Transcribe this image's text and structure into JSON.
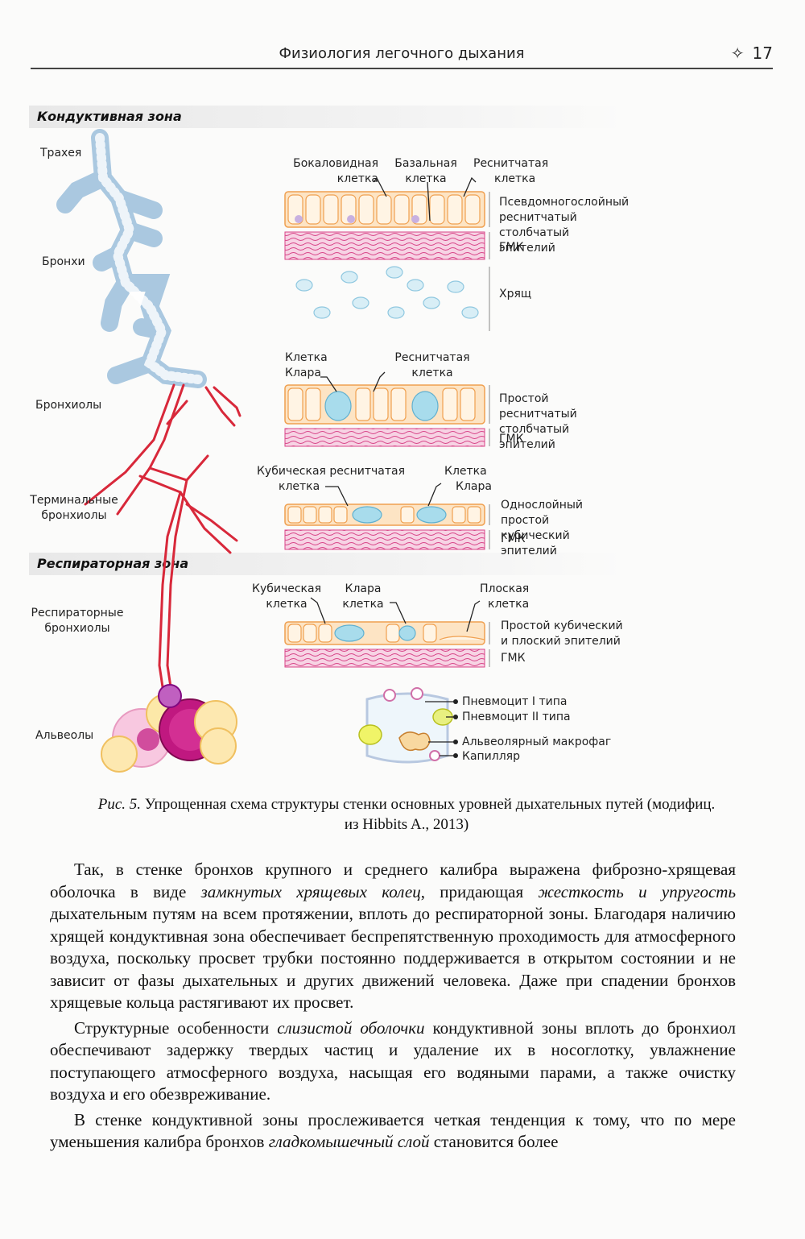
{
  "header": {
    "title": "Физиология легочного дыхания",
    "page_number": "17"
  },
  "figure": {
    "zones": {
      "conductive": "Кондуктивная зона",
      "respiratory": "Респираторная зона"
    },
    "airway_levels": {
      "trachea": "Трахея",
      "bronchi": "Бронхи",
      "bronchioles": "Бронхиолы",
      "terminal_1": "Терминальные",
      "terminal_2": "бронхиолы",
      "resp_bronch_1": "Респираторные",
      "resp_bronch_2": "бронхиолы",
      "alveoli": "Альвеолы"
    },
    "panel_bronchi": {
      "goblet_1": "Бокаловидная",
      "goblet_2": "клетка",
      "basal_1": "Базальная",
      "basal_2": "клетка",
      "ciliated_1": "Реснитчатая",
      "ciliated_2": "клетка",
      "epithelium_1": "Псевдомногослойный",
      "epithelium_2": "реснитчатый столбчатый эпителий",
      "smooth_muscle": "ГМК",
      "cartilage": "Хрящ"
    },
    "panel_bronchioles": {
      "clara_1": "Клетка",
      "clara_2": "Клара",
      "ciliated_1": "Реснитчатая",
      "ciliated_2": "клетка",
      "epithelium_1": "Простой реснитчатый",
      "epithelium_2": "столбчатый эпителий",
      "smooth_muscle": "ГМК"
    },
    "panel_terminal": {
      "cuboidal_1": "Кубическая реснитчатая",
      "cuboidal_2": "клетка",
      "clara_1": "Клетка",
      "clara_2": "Клара",
      "epithelium_1": "Однослойный простой",
      "epithelium_2": "кубический эпителий",
      "smooth_muscle": "ГМК"
    },
    "panel_respiratory": {
      "cuboidal_1": "Кубическая",
      "cuboidal_2": "клетка",
      "clara_1": "Клара",
      "clara_2": "клетка",
      "squamous_1": "Плоская",
      "squamous_2": "клетка",
      "epithelium_1": "Простой кубический",
      "epithelium_2": "и плоский эпителий",
      "smooth_muscle": "ГМК"
    },
    "panel_alveoli": {
      "type1": "Пневмоцит I типа",
      "type2": "Пневмоцит II типа",
      "macrophage": "Альвеолярный макрофаг",
      "capillary": "Капилляр"
    },
    "caption_prefix": "Рис. 5.",
    "caption_text": "Упрощенная схема структуры стенки основных уровней дыхательных путей (модифиц.",
    "caption_line2": "из Hibbits A., 2013)"
  },
  "body": {
    "p1_a": "Так, в стенке бронхов крупного и среднего калибра выражена фиброзно-хрящевая оболочка в виде ",
    "p1_b": "замкнутых хрящевых колец",
    "p1_c": ", придающая ",
    "p1_d": "жесткость и упругость",
    "p1_e": " дыхательным путям на всем протяжении, вплоть до респираторной зоны. Благодаря наличию хрящей кондуктивная зона обеспечивает беспрепятственную проходимость для атмосферного воздуха, поскольку просвет трубки постоянно поддерживается в открытом состоянии и не зависит от фазы дыхательных и других движений человека. Даже при спадении бронхов хрящевые кольца растягивают их просвет.",
    "p2_a": "Структурные особенности ",
    "p2_b": "слизистой оболочки",
    "p2_c": " кондуктивной зоны вплоть до бронхиол обеспечивают задержку твердых частиц и удаление их в носоглотку, увлажнение поступающего атмосферного воздуха, насыщая его водяными парами, а также очистку воздуха и его обезвреживание.",
    "p3_a": "В стенке кондуктивной зоны прослеживается четкая тенденция к тому, что по мере уменьшения калибра бронхов ",
    "p3_b": "гладкомышечный слой",
    "p3_c": " становится более"
  },
  "colors": {
    "cartilage_airway": "#8fb8d8",
    "bronchiole_red": "#d8283a",
    "muscle_pink": "#e0508a",
    "cell_orange": "#f0a050",
    "clara_blue": "#9ad4e4",
    "alveolus_magenta": "#c01880"
  }
}
